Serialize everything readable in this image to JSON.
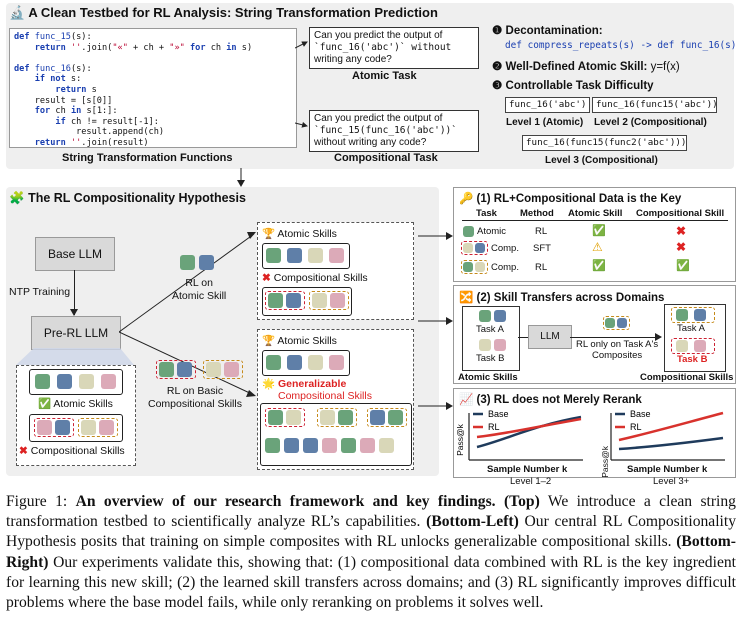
{
  "top": {
    "title": "A Clean Testbed for RL Analysis: String Transformation Prediction",
    "code_lines": [
      "def func_15(s):",
      "    return ''.join(\"«\" + ch + \"»\" for ch in s)",
      "",
      "def func_16(s):",
      "    if not s:",
      "        return s",
      "    result = [s[0]]",
      "    for ch in s[1:]:",
      "        if ch != result[-1]:",
      "            result.append(ch)",
      "    return ''.join(result)"
    ],
    "functions_label": "String Transformation Functions",
    "atomic_q1": "Can you predict the output of",
    "atomic_q2": "`func_16('abc')` without",
    "atomic_q3": "writing any code?",
    "atomic_label": "Atomic Task",
    "comp_q1": "Can you predict the output of",
    "comp_q2": "`func_15(func_16('abc'))`",
    "comp_q3": "without writing any code?",
    "comp_label": "Compositional Task",
    "decon_title": "Decontamination:",
    "decon_code": "def compress_repeats(s) -> def func_16(s)",
    "skill_title": "Well-Defined Atomic Skill:",
    "skill_formula": "y=f(x)",
    "difficulty_title": "Controllable Task Difficulty",
    "level1_code": "func_16('abc')",
    "level1_label": "Level 1 (Atomic)",
    "level2_code": "func_16(func15('abc'))",
    "level2_label": "Level 2 (Compositional)",
    "level3_code": "func_16(func15(func2('abc')))",
    "level3_label": "Level 3 (Compositional)"
  },
  "bottom_left": {
    "title": "The RL Compositionality Hypothesis",
    "base_llm": "Base LLM",
    "ntp": "NTP Training",
    "pre_rl": "Pre-RL LLM",
    "atomic_skills": "Atomic Skills",
    "compositional_skills": "Compositional Skills",
    "rl_atomic": "RL on\nAtomic Skill",
    "rl_basic": "RL on Basic\nCompositional Skills",
    "generalizable": "Generalizable",
    "gen_comp": "Compositional Skills"
  },
  "right1": {
    "title": "(1) RL+Compositional Data is the Key",
    "headers": [
      "Task",
      "Method",
      "Atomic Skill",
      "Compositional Skill"
    ],
    "rows": [
      {
        "task": "Atomic",
        "method": "RL",
        "atomic": "check",
        "comp": "cross"
      },
      {
        "task": "Comp.",
        "method": "SFT",
        "atomic": "warn",
        "comp": "cross"
      },
      {
        "task": "Comp.",
        "method": "RL",
        "atomic": "check",
        "comp": "check"
      }
    ]
  },
  "right2": {
    "title": "(2) Skill Transfers across Domains",
    "task_a": "Task A",
    "task_b": "Task B",
    "llm": "LLM",
    "rl_only": "RL only on Task A's\nComposites",
    "atomic_skills": "Atomic Skills",
    "comp_skills": "Compositional Skills"
  },
  "right3": {
    "title": "(3) RL does not Merely Rerank",
    "ylabel": "Pass@k",
    "xlabel": "Sample Number k",
    "legend_base": "Base",
    "legend_rl": "RL",
    "left_sub": "Level 1–2",
    "right_sub": "Level 3+",
    "colors": {
      "base": "#1f3b5c",
      "rl": "#d8322d"
    }
  },
  "caption": {
    "fig": "Figure 1:",
    "bold1": "An overview of our research framework and key findings.",
    "top_b": "(Top)",
    "t1": "We introduce a clean string transformation testbed to scientifically analyze RL’s capabilities.",
    "bl_b": "(Bottom-Left)",
    "t2": "Our central RL Compositionality Hypothesis posits that training on simple composites with RL unlocks generalizable compositional skills.",
    "br_b": "(Bottom-Right)",
    "t3": "Our experiments validate this, showing that: (1) compositional data combined with RL is the key ingredient for learning this new skill; (2) the learned skill transfers across domains; and (3) RL significantly improves difficult problems where the base model fails, while only reranking on problems it solves well."
  }
}
